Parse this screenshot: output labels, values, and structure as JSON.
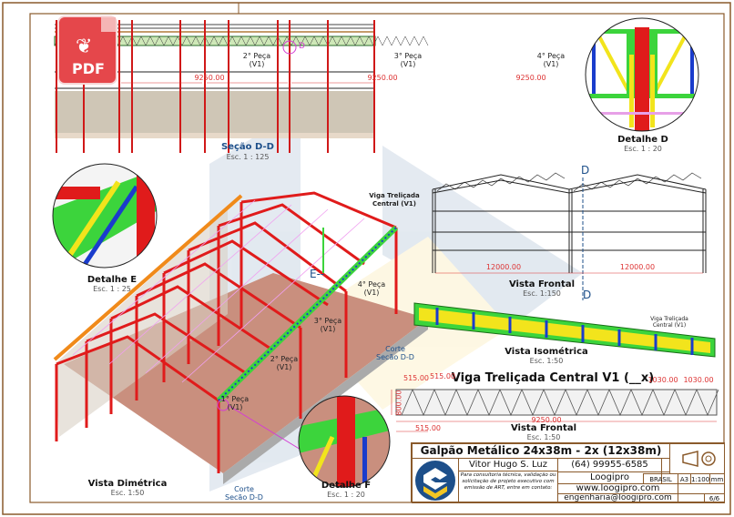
{
  "pdf_icon": {
    "label": "PDF"
  },
  "section_dd": {
    "title": "Seção D-D",
    "scale": "Esc. 1 : 125",
    "pieces": [
      "2° Peça",
      "3° Peça",
      "4° Peça"
    ],
    "piece_sub": "(V1)",
    "dims": [
      "9250.00",
      "9250.00",
      "9250.00"
    ],
    "marker": "D"
  },
  "detail_d": {
    "title": "Detalhe D",
    "scale": "Esc. 1 : 20"
  },
  "detail_e": {
    "title": "Detalhe E",
    "scale": "Esc. 1 : 25"
  },
  "detail_f": {
    "title": "Detalhe F",
    "scale": "Esc. 1 : 20"
  },
  "dimetric": {
    "title": "Vista Dimétrica",
    "scale": "Esc. 1:50",
    "cut_label_1": "Corte",
    "cut_label_2": "Secão D-D",
    "beam_label_1": "Viga Treliçada",
    "beam_label_2": "Central (V1)",
    "pieces": [
      "1° Peça",
      "2° Peça",
      "3° Peça",
      "4° Peça"
    ],
    "piece_sub": "(V1)",
    "marker_e": "E--"
  },
  "front_view": {
    "title": "Vista Frontal",
    "scale": "Esc. 1:150",
    "dims": [
      "12000.00",
      "12000.00"
    ],
    "marker": "D"
  },
  "iso_view": {
    "title": "Vista Isométrica",
    "scale": "Esc. 1:50",
    "label_1": "Viga Treliçada",
    "label_2": "Central (V1)"
  },
  "beam_view": {
    "heading": "Viga Treliçada Central V1 (__x)",
    "dims_top_left": [
      "515.00",
      "515.00"
    ],
    "dims_top_right": [
      "1030.00",
      "1030.00"
    ],
    "height_dim": "800.00",
    "total_dim": "9250.00",
    "bottom_left_dim": "515.00",
    "title": "Vista Frontal",
    "scale": "Esc. 1:50"
  },
  "title_block": {
    "project_title": "Galpão Metálico 24x38m - 2x (12x38m)",
    "author": "Vitor Hugo S. Luz",
    "phone": "(64) 99955-6585",
    "company": "Loogipro",
    "country": "BRASIL",
    "sheet_size": "A3",
    "scale": "1:100",
    "unit": "mm",
    "website": "www.loogipro.com",
    "email": "engenharia@loogipro.com",
    "sheet": "6/6",
    "note": "Para consultoria técnica, validação ou solicitação de projeto executivo com emissão de ART, entre em contato:"
  },
  "colors": {
    "frame": "#8a5a2b",
    "steel_red": "#e01b1b",
    "truss_green": "#3cd43c",
    "brace_yellow": "#f2e41c",
    "brace_blue": "#1a3ccc",
    "floor": "#c98f7e",
    "brand_blue": "#1d4f8a",
    "brand_yellow": "#f3c623"
  }
}
